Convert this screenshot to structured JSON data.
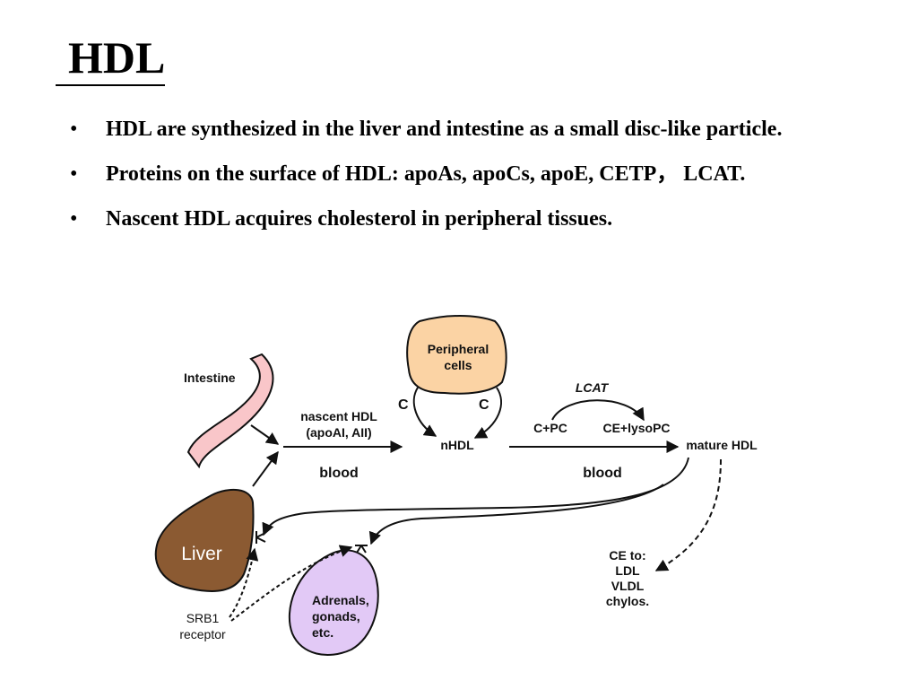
{
  "slide": {
    "title": "HDL",
    "bullets": [
      "HDL are synthesized in the liver and intestine as a small disc-like particle.",
      "Proteins on the surface of HDL: apoAs, apoCs, apoE, CETP， LCAT.",
      "Nascent HDL acquires cholesterol in peripheral tissues."
    ]
  },
  "diagram": {
    "intestine_label": "Intestine",
    "peripheral_cells_line1": "Peripheral",
    "peripheral_cells_line2": "cells",
    "cholesterol_left": "C",
    "cholesterol_right": "C",
    "nascent_hdl_line1": "nascent HDL",
    "nascent_hdl_line2": "(apoAI, AII)",
    "blood_left": "blood",
    "nhdl_label": "nHDL",
    "lcat_label": "LCAT",
    "substrates_label": "C+PC",
    "products_label": "CE+lysoPC",
    "blood_right": "blood",
    "mature_hdl_label": "mature HDL",
    "liver_label": "Liver",
    "srb1_line1": "SRB1",
    "srb1_line2": "receptor",
    "adrenals_line1": "Adrenals,",
    "adrenals_line2": "gonads,",
    "adrenals_line3": "etc.",
    "ce_to_line1": "CE to:",
    "ce_to_line2": "LDL",
    "ce_to_line3": "VLDL",
    "ce_to_line4": "chylos.",
    "colors": {
      "intestine": "#f9c6c9",
      "peripheral_cells": "#fbd3a4",
      "liver": "#8b5a32",
      "adrenals": "#e2c9f6"
    }
  }
}
